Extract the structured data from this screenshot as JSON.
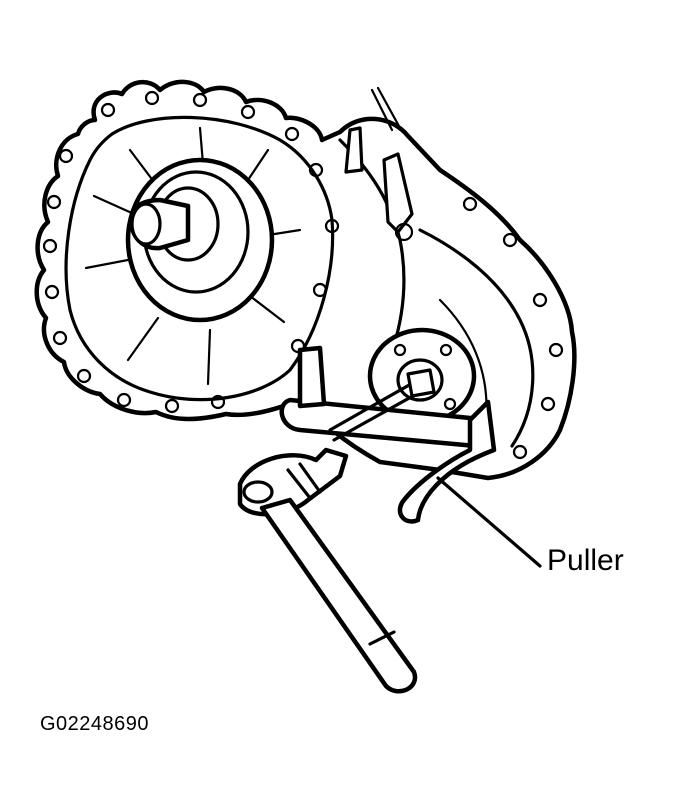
{
  "diagram": {
    "callouts": [
      {
        "id": "puller",
        "label": "Puller"
      }
    ],
    "figure_code": "G02248690"
  }
}
